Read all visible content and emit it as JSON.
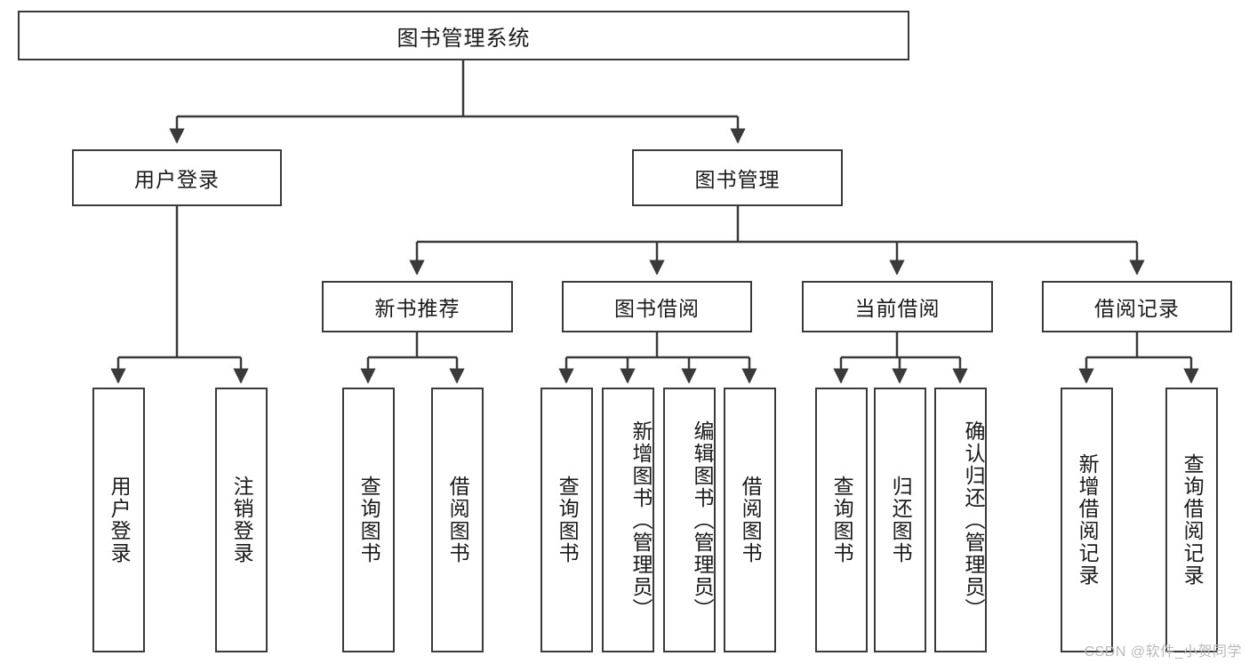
{
  "diagram": {
    "title": "图书管理系统",
    "type": "tree",
    "theme": {
      "background": "#ffffff",
      "box_border": "#3a3a3a",
      "box_fill": "#ffffff",
      "text": "#1a1a1a",
      "connector": "#3a3a3a",
      "watermark": "#b9b9b9"
    },
    "root": {
      "label": "图书管理系统"
    },
    "level2": [
      {
        "label": "用户登录"
      },
      {
        "label": "图书管理"
      }
    ],
    "level3": [
      {
        "label": "新书推荐"
      },
      {
        "label": "图书借阅"
      },
      {
        "label": "当前借阅"
      },
      {
        "label": "借阅记录"
      }
    ],
    "leaves": {
      "user_login": [
        {
          "label": "用户登录"
        },
        {
          "label": "注销登录"
        }
      ],
      "new_book_recommend": [
        {
          "label": "查询图书"
        },
        {
          "label": "借阅图书"
        }
      ],
      "book_borrow": [
        {
          "label": "查询图书"
        },
        {
          "label": "新增图书（管理员）"
        },
        {
          "label": "编辑图书（管理员）"
        },
        {
          "label": "借阅图书"
        }
      ],
      "current_borrow": [
        {
          "label": "查询图书"
        },
        {
          "label": "归还图书"
        },
        {
          "label": "确认归还（管理员）"
        }
      ],
      "borrow_record": [
        {
          "label": "新增借阅记录"
        },
        {
          "label": "查询借阅记录"
        }
      ]
    }
  },
  "watermark": {
    "text": "CSDN @软件_小贺同学"
  }
}
